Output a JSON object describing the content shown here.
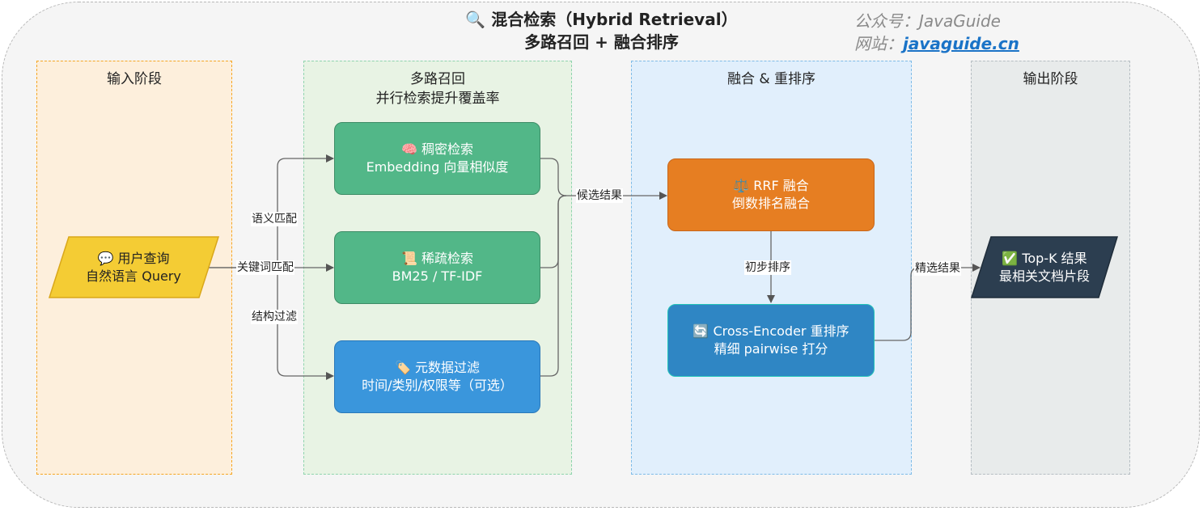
{
  "title": {
    "icon": "magnifier-icon",
    "line1": "混合检索（Hybrid Retrieval）",
    "line2": "多路召回 + 融合排序"
  },
  "brand": {
    "wechat": "公众号：JavaGuide",
    "site_label": "网站：",
    "site_url": "javaguide.cn"
  },
  "lanes": {
    "input": {
      "title": "输入阶段",
      "color": "#f5a623"
    },
    "recall": {
      "title_line1": "多路召回",
      "title_line2": "并行检索提升覆盖率",
      "color": "#6cc08b"
    },
    "fusion": {
      "title": "融合 & 重排序",
      "color": "#5aa8e0"
    },
    "output": {
      "title": "输出阶段",
      "color": "#9aa5ad"
    }
  },
  "nodes": {
    "query": {
      "icon": "speech-bubble-icon",
      "line1": "用户查询",
      "line2": "自然语言 Query"
    },
    "dense": {
      "icon": "brain-icon",
      "line1": "稠密检索",
      "line2": "Embedding 向量相似度"
    },
    "sparse": {
      "icon": "scroll-icon",
      "line1": "稀疏检索",
      "line2": "BM25 / TF-IDF"
    },
    "meta": {
      "icon": "tag-icon",
      "line1": "元数据过滤",
      "line2": "时间/类别/权限等（可选）"
    },
    "rrf": {
      "icon": "scales-icon",
      "line1": "RRF 融合",
      "line2": "倒数排名融合"
    },
    "rerank": {
      "icon": "refresh-icon",
      "line1": "Cross-Encoder 重排序",
      "line2": "精细 pairwise 打分"
    },
    "topk": {
      "icon": "check-mark-icon",
      "line1": "Top-K 结果",
      "line2": "最相关文档片段"
    }
  },
  "edges": {
    "semantic": "语义匹配",
    "keyword": "关键词匹配",
    "structural": "结构过滤",
    "candidates": "候选结果",
    "preliminary": "初步排序",
    "refined": "精选结果"
  }
}
